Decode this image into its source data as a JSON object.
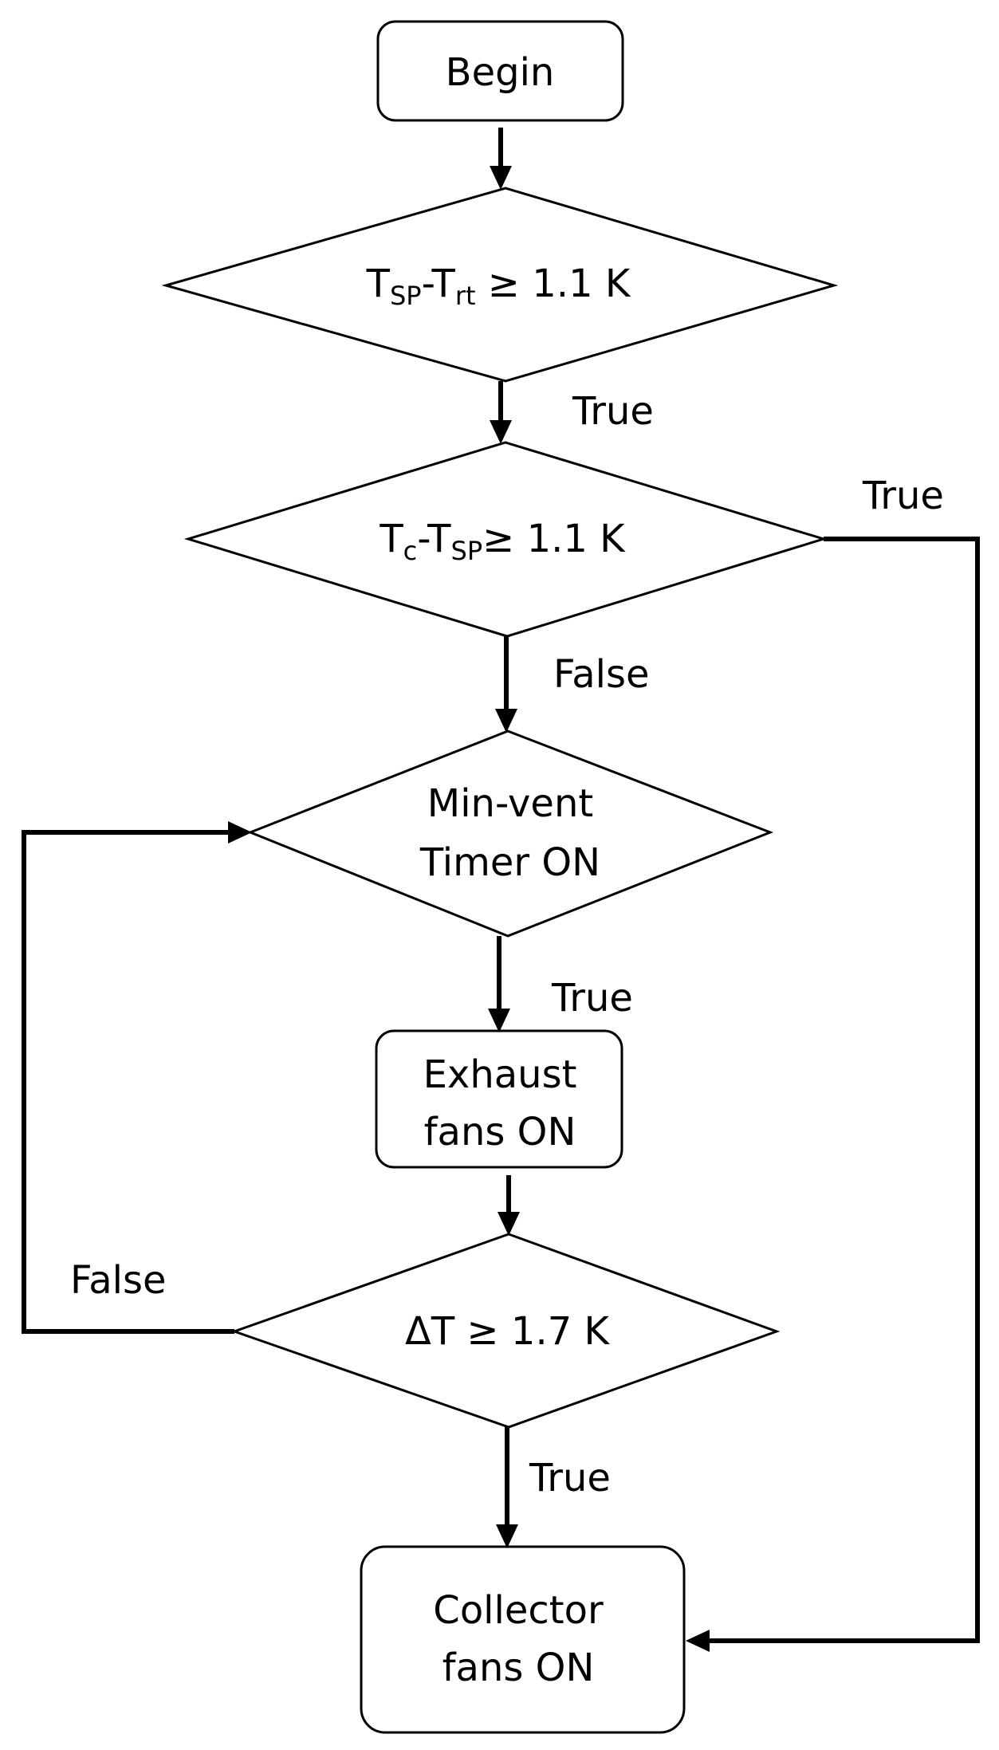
{
  "nodes": {
    "begin": {
      "label": "Begin"
    },
    "decision1": {
      "t1": "T",
      "s1": "SP",
      "mid": "-T",
      "s2": "rt",
      "rest": " ≥ 1.1 K"
    },
    "decision2": {
      "t1": "T",
      "s1": "c",
      "mid": "-T",
      "s2": "SP",
      "rest": "≥ 1.1 K"
    },
    "decision3": {
      "line1": "Min-vent",
      "line2": "Timer ON"
    },
    "process1": {
      "line1": "Exhaust",
      "line2": "fans ON"
    },
    "decision4": {
      "label": "ΔT ≥ 1.7 K"
    },
    "process2": {
      "line1": "Collector",
      "line2": "fans ON"
    }
  },
  "edges": {
    "d1_down": "True",
    "d2_right": "True",
    "d2_down": "False",
    "d3_down": "True",
    "d4_left": "False",
    "d4_down": "True"
  }
}
